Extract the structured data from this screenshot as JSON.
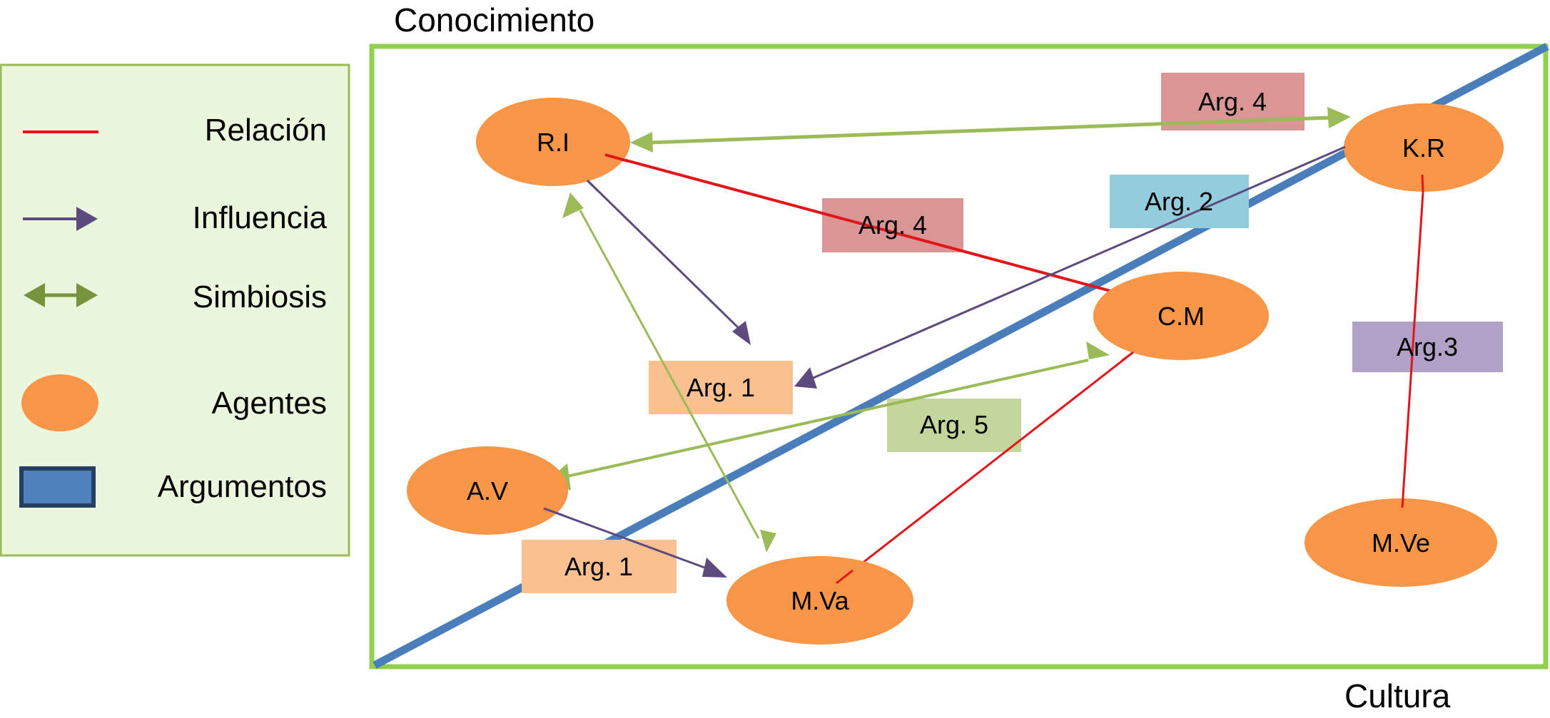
{
  "axes": {
    "top_label": "Conocimiento",
    "bottom_label": "Cultura"
  },
  "legend": {
    "items": [
      {
        "key": "relacion",
        "label": "Relación",
        "symbol": "red-line-icon"
      },
      {
        "key": "influencia",
        "label": "Influencia",
        "symbol": "purple-arrow-icon"
      },
      {
        "key": "simbiosis",
        "label": "Simbiosis",
        "symbol": "green-double-arrow-icon"
      },
      {
        "key": "agentes",
        "label": "Agentes",
        "symbol": "orange-ellipse-icon"
      },
      {
        "key": "argumentos",
        "label": "Argumentos",
        "symbol": "blue-rectangle-icon"
      }
    ]
  },
  "colors": {
    "relacion": "#e3151a",
    "influencia": "#5d4a7e",
    "simbiosis": "#9bbb59",
    "simbiosis_legend": "#77933c",
    "agent": "#f79646",
    "frame": "#92d050",
    "legend_bg": "#ebf7dc",
    "legend_border": "#9bbb59",
    "diagonal": "#4a7ebb",
    "argument_legend_fill": "#4f81bd",
    "argument_legend_stroke": "#243f60"
  },
  "agents": [
    {
      "id": "RI",
      "label": "R.I"
    },
    {
      "id": "KR",
      "label": "K.R"
    },
    {
      "id": "CM",
      "label": "C.M"
    },
    {
      "id": "AV",
      "label": "A.V"
    },
    {
      "id": "MVa",
      "label": "M.Va"
    },
    {
      "id": "MVe",
      "label": "M.Ve"
    }
  ],
  "arguments": [
    {
      "id": "arg4a",
      "label": "Arg. 4",
      "color": "#d99694"
    },
    {
      "id": "arg2",
      "label": "Arg. 2",
      "color": "#93cddd"
    },
    {
      "id": "arg4b",
      "label": "Arg. 4",
      "color": "#d99694"
    },
    {
      "id": "arg3",
      "label": "Arg.3",
      "color": "#b2a1c7"
    },
    {
      "id": "arg1a",
      "label": "Arg. 1",
      "color": "#fac090"
    },
    {
      "id": "arg5",
      "label": "Arg. 5",
      "color": "#c3d69b"
    },
    {
      "id": "arg1b",
      "label": "Arg. 1",
      "color": "#fac090"
    }
  ],
  "connections": [
    {
      "type": "simbiosis",
      "from": "RI",
      "to": "KR"
    },
    {
      "type": "simbiosis",
      "from": "RI",
      "to": "MVa"
    },
    {
      "type": "simbiosis",
      "from": "CM",
      "to": "AV"
    },
    {
      "type": "relacion",
      "from": "RI",
      "to": "CM"
    },
    {
      "type": "relacion",
      "from": "CM",
      "to": "MVa"
    },
    {
      "type": "relacion",
      "from": "KR",
      "to": "MVe"
    },
    {
      "type": "influencia",
      "from": "RI",
      "to": "arg1a"
    },
    {
      "type": "influencia",
      "from": "KR",
      "to": "arg1a"
    },
    {
      "type": "influencia",
      "from": "AV",
      "to": "MVa"
    }
  ]
}
